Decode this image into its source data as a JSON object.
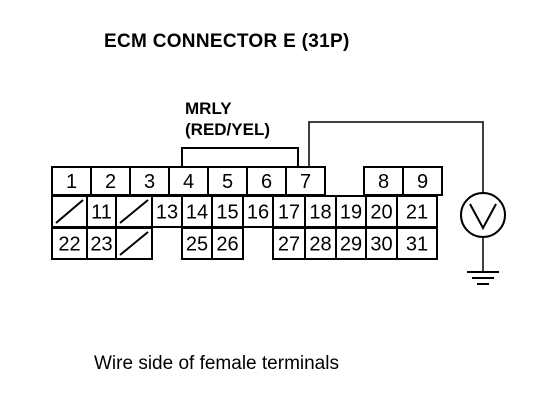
{
  "title": "ECM CONNECTOR E (31P)",
  "wire": {
    "name": "MRLY",
    "color": "(RED/YEL)"
  },
  "caption": "Wire side of female terminals",
  "connector": {
    "row1": [
      "1",
      "2",
      "3",
      "4",
      "5",
      "6",
      "7",
      "",
      "8",
      "9"
    ],
    "row2": [
      "",
      "11",
      "",
      "13",
      "14",
      "15",
      "16",
      "17",
      "18",
      "19",
      "20",
      "21"
    ],
    "row3": [
      "22",
      "23",
      "",
      "",
      "25",
      "26",
      "",
      "27",
      "28",
      "29",
      "30",
      "31"
    ]
  },
  "meter_symbol": "V",
  "colors": {
    "ink": "#000000",
    "background": "#ffffff"
  }
}
